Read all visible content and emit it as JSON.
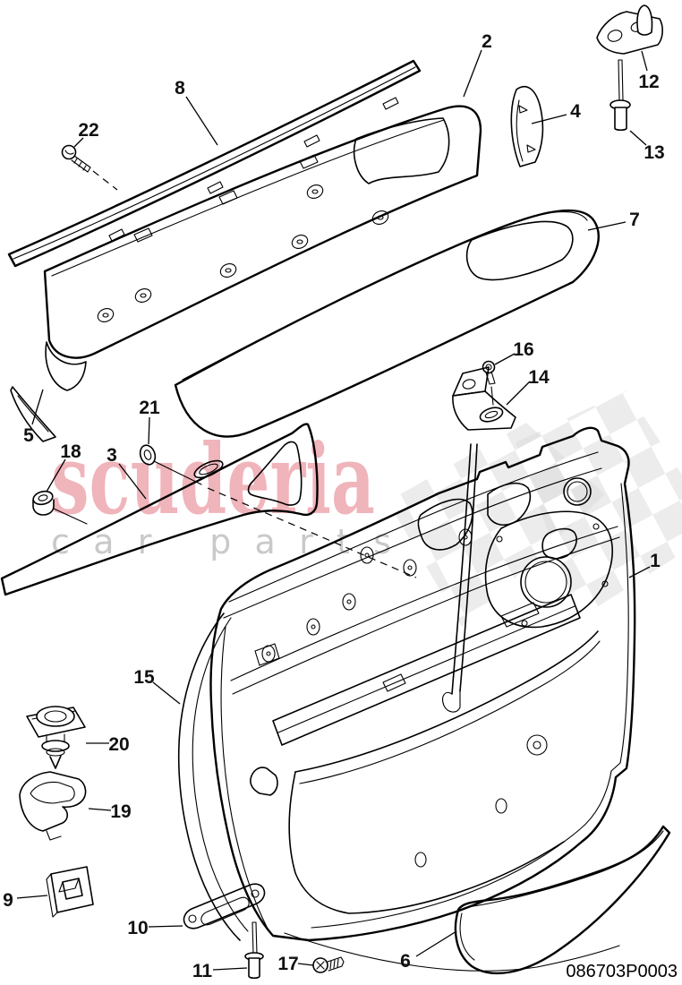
{
  "diagram": {
    "part_number": "086703P0003",
    "watermark": {
      "brand": "scuderia",
      "tagline": "car parts"
    },
    "colors": {
      "line": "#000000",
      "label": "#111111",
      "background": "#ffffff",
      "watermark_brand": "#f0b4bb",
      "watermark_tagline": "#c9c9c9",
      "checker": "#d9d9d9"
    },
    "callouts": [
      {
        "label": "1"
      },
      {
        "label": "2"
      },
      {
        "label": "3"
      },
      {
        "label": "4"
      },
      {
        "label": "5"
      },
      {
        "label": "6"
      },
      {
        "label": "7"
      },
      {
        "label": "8"
      },
      {
        "label": "9"
      },
      {
        "label": "10"
      },
      {
        "label": "11"
      },
      {
        "label": "12"
      },
      {
        "label": "13"
      },
      {
        "label": "14"
      },
      {
        "label": "15"
      },
      {
        "label": "16"
      },
      {
        "label": "17"
      },
      {
        "label": "18"
      },
      {
        "label": "19"
      },
      {
        "label": "20"
      },
      {
        "label": "21"
      },
      {
        "label": "22"
      }
    ]
  }
}
